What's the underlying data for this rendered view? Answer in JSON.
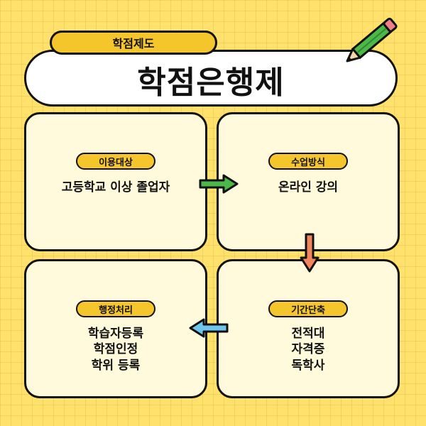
{
  "header": {
    "subtitle": "학점제도",
    "title": "학점은행제"
  },
  "cards": {
    "target": {
      "tag": "이용대상",
      "lines": [
        "고등학교 이상 졸업자"
      ]
    },
    "method": {
      "tag": "수업방식",
      "lines": [
        "온라인 강의"
      ]
    },
    "shortening": {
      "tag": "기간단축",
      "lines": [
        "전적대",
        "자격증",
        "독학사"
      ]
    },
    "admin": {
      "tag": "행정처리",
      "lines": [
        "학습자등록",
        "학점인정",
        "학위 등록"
      ]
    }
  },
  "colors": {
    "background": "#FFE16B",
    "tag_fill": "#F5C52C",
    "card_fill": "#FFFADC",
    "arrow_right": "#4DB84A",
    "arrow_down": "#F0865E",
    "arrow_left": "#6EC6EE",
    "pencil_body": "#4DB84A",
    "pencil_eraser": "#F07E8B"
  },
  "icons": [
    "pencil-icon",
    "arrow-right-icon",
    "arrow-down-icon",
    "arrow-left-icon"
  ]
}
